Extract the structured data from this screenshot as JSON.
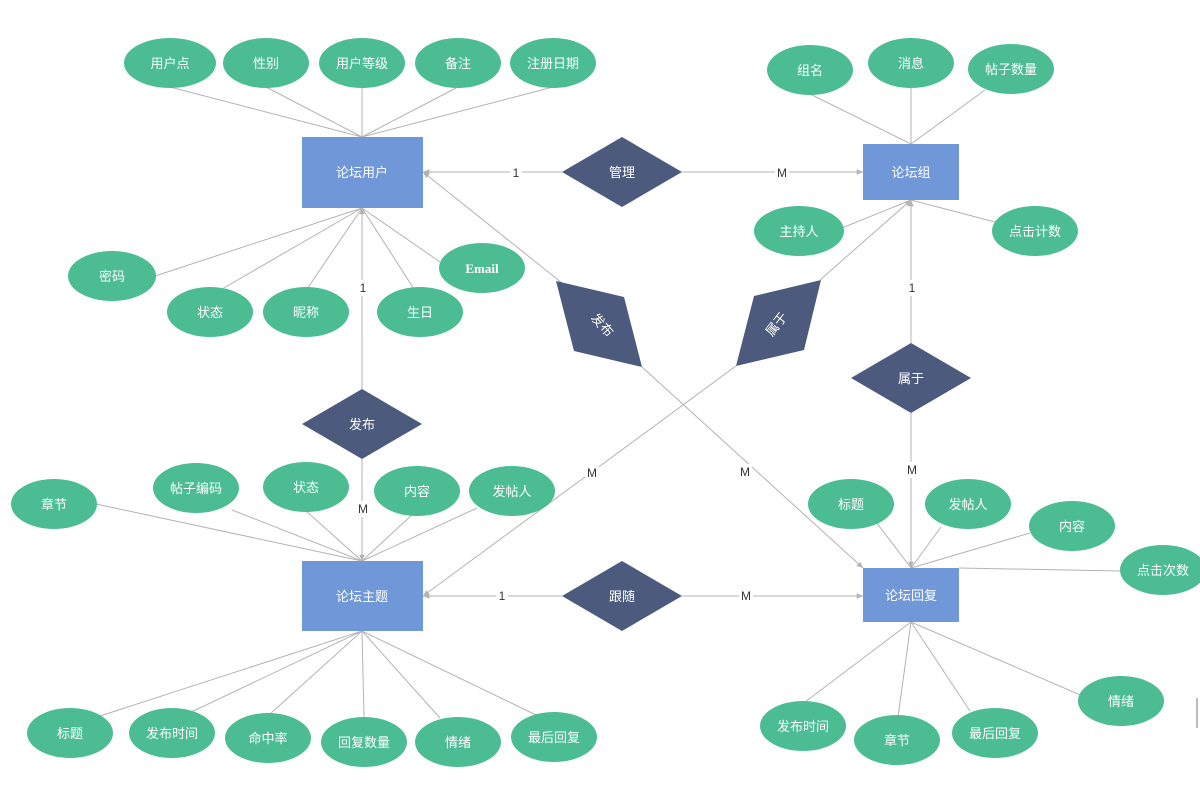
{
  "colors": {
    "entity": "#7097d8",
    "attribute": "#4cbc93",
    "relationship": "#4c5b7d",
    "line": "#b3b3b3"
  },
  "entities": {
    "user": "论坛用户",
    "group": "论坛组",
    "topic": "论坛主题",
    "reply": "论坛回复"
  },
  "relationships": {
    "manage": "管理",
    "post_user_topic": "发布",
    "post_user_reply": "发布",
    "belong_topic_group": "属于",
    "belong_reply_group": "属于",
    "follow": "跟随"
  },
  "attributes": {
    "user": [
      "用户点",
      "性别",
      "用户等级",
      "备注",
      "注册日期",
      "密码",
      "状态",
      "昵称",
      "生日",
      "Email"
    ],
    "group": [
      "组名",
      "消息",
      "帖子数量",
      "主持人",
      "点击计数"
    ],
    "topic": [
      "章节",
      "帖子编码",
      "状态",
      "内容",
      "发帖人",
      "标题",
      "发布时间",
      "命中率",
      "回复数量",
      "情绪",
      "最后回复"
    ],
    "reply": [
      "标题",
      "发帖人",
      "内容",
      "点击次数",
      "发布时间",
      "章节",
      "最后回复",
      "情绪"
    ]
  },
  "cardinalities": {
    "manage_user": "1",
    "manage_group": "M",
    "post_user": "1",
    "post_topic": "M",
    "belong_group": "1",
    "belong_reply": "M",
    "follow_topic": "1",
    "follow_reply": "M",
    "cross_topic": "M",
    "cross_reply": "M"
  }
}
